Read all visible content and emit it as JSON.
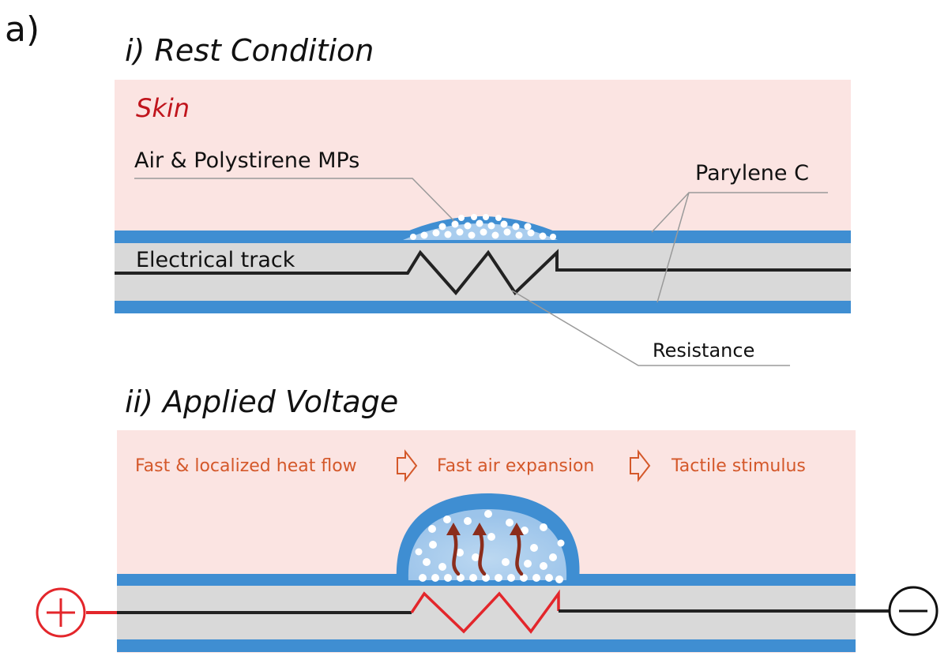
{
  "panel_label": "a)",
  "rest": {
    "title": "i) Rest Condition",
    "skin_label": "Skin",
    "air_label": "Air & Polystirene MPs",
    "parylene_label": "Parylene C",
    "track_label": "Electrical track",
    "resistance_label": "Resistance"
  },
  "applied": {
    "title": "ii) Applied Voltage",
    "steps": [
      "Fast & localized heat flow",
      "Fast air expansion",
      "Tactile stimulus"
    ]
  },
  "colors": {
    "skin": "#fbe4e2",
    "parylene": "#3f8ed2",
    "track_layer": "#d9d9d9",
    "wire": "#222222",
    "resistor_rest": "#222222",
    "resistor_active": "#e3262b",
    "heat_arrow": "#8b2d1c",
    "process_text": "#d4582a",
    "skin_text": "#c0141c"
  }
}
